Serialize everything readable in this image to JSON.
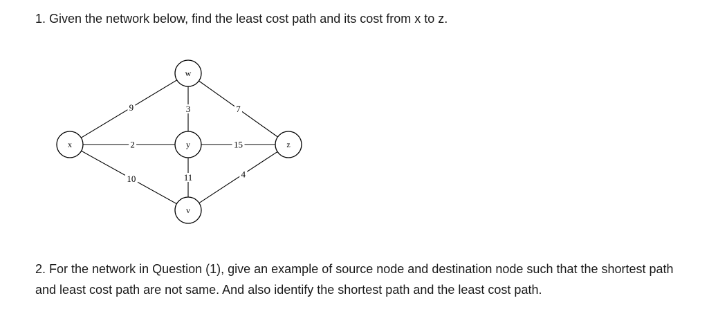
{
  "question1": {
    "text": "1. Given the network below, find the least cost path and its cost from x to z."
  },
  "question2": {
    "text": "2. For the network in Question (1), give an example of source node and destination node such that the shortest path and least cost path are not same.  And also identify the shortest path and the least cost path."
  },
  "graph": {
    "nodes": [
      {
        "id": "x",
        "label": "x"
      },
      {
        "id": "w",
        "label": "w"
      },
      {
        "id": "y",
        "label": "y"
      },
      {
        "id": "v",
        "label": "v"
      },
      {
        "id": "z",
        "label": "z"
      }
    ],
    "edges": [
      {
        "from": "x",
        "to": "w",
        "weight": "9"
      },
      {
        "from": "x",
        "to": "y",
        "weight": "2"
      },
      {
        "from": "x",
        "to": "v",
        "weight": "10"
      },
      {
        "from": "w",
        "to": "y",
        "weight": "3"
      },
      {
        "from": "w",
        "to": "z",
        "weight": "7"
      },
      {
        "from": "y",
        "to": "z",
        "weight": "15"
      },
      {
        "from": "y",
        "to": "v",
        "weight": "11"
      },
      {
        "from": "v",
        "to": "z",
        "weight": "4"
      }
    ]
  }
}
